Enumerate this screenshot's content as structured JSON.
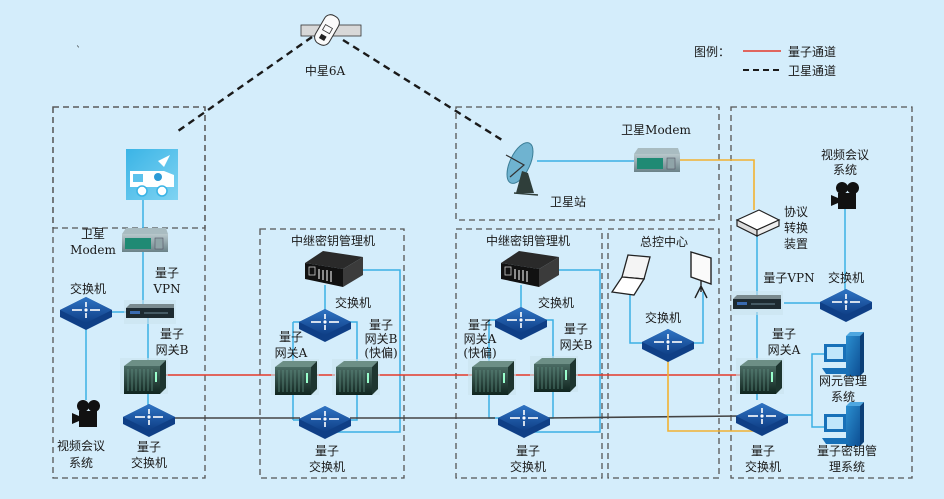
{
  "diagram": {
    "type": "network-topology",
    "satellite": {
      "label": "中星6A",
      "icon": "satellite-icon"
    },
    "legend": {
      "title": "图例：",
      "items": [
        {
          "label": "量子通道",
          "style": "solid",
          "color": "#e43a2b"
        },
        {
          "label": "卫星通道",
          "style": "dashed",
          "color": "#1a1a1a"
        }
      ]
    },
    "colors": {
      "background": "#d4edfb",
      "quantum_channel": "#e43a2b",
      "satellite_channel": "#1a1a1a",
      "ethernet": "#3bb0e4",
      "protocol_link": "#f2b233",
      "quantum_switch_link": "#444444"
    },
    "zones": {
      "left_site": {
        "satellite_vehicle": {
          "icon": "satellite-vehicle-icon"
        },
        "modem": {
          "label_line1": "卫星",
          "label_line2": "Modem"
        },
        "vpn": {
          "label_line1": "量子",
          "label_line2": "VPN"
        },
        "switch": {
          "label": "交换机"
        },
        "gateway": {
          "label_line1": "量子",
          "label_line2": "网关B"
        },
        "video": {
          "label_line1": "视频会议",
          "label_line2": "系统"
        },
        "quantum_switch": {
          "label_line1": "量子",
          "label_line2": "交换机"
        }
      },
      "relay1": {
        "title": "中继密钥管理机",
        "switch": {
          "label": "交换机"
        },
        "gateway_a": {
          "label_line1": "量子",
          "label_line2": "网关A"
        },
        "gateway_b": {
          "label_line1": "量子",
          "label_line2": "网关B",
          "label_line3": "(快偏)"
        },
        "quantum_switch": {
          "label_line1": "量子",
          "label_line2": "交换机"
        }
      },
      "relay2": {
        "title": "中继密钥管理机",
        "switch": {
          "label": "交换机"
        },
        "gateway_a": {
          "label_line1": "量子",
          "label_line2": "网关A",
          "label_line3": "(快偏)"
        },
        "gateway_b": {
          "label_line1": "量子",
          "label_line2": "网关B"
        },
        "quantum_switch": {
          "label_line1": "量子",
          "label_line2": "交换机"
        }
      },
      "ground_station": {
        "station": {
          "label": "卫星站"
        },
        "modem": {
          "label": "卫星Modem"
        }
      },
      "control_center": {
        "title": "总控中心",
        "switch": {
          "label": "交换机"
        }
      },
      "right_site": {
        "video": {
          "label_line1": "视频会议",
          "label_line2": "系统"
        },
        "protocol_converter": {
          "label_line1": "协议",
          "label_line2": "转换",
          "label_line3": "装置"
        },
        "vpn": {
          "label": "量子VPN"
        },
        "switch": {
          "label": "交换机"
        },
        "gateway": {
          "label_line1": "量子",
          "label_line2": "网关A"
        },
        "nms": {
          "label_line1": "网元管理",
          "label_line2": "系统"
        },
        "quantum_switch": {
          "label_line1": "量子",
          "label_line2": "交换机"
        },
        "kms": {
          "label_line1": "量子密钥管",
          "label_line2": "理系统"
        }
      }
    }
  }
}
